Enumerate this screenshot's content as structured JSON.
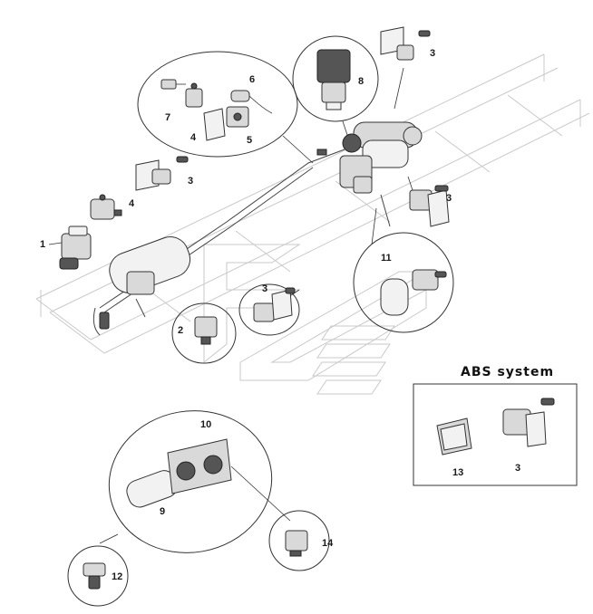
{
  "panel_title": "ABS system",
  "callouts": {
    "c1": "1",
    "c2": "2",
    "c3_top": "3",
    "c3_mid": "3",
    "c3_right": "3",
    "c3_center": "3",
    "c3_abs": "3",
    "c4_left": "4",
    "c4_group": "4",
    "c5": "5",
    "c6": "6",
    "c7": "7",
    "c8": "8",
    "c9": "9",
    "c10": "10",
    "c11": "11",
    "c12": "12",
    "c13": "13",
    "c14": "14"
  }
}
